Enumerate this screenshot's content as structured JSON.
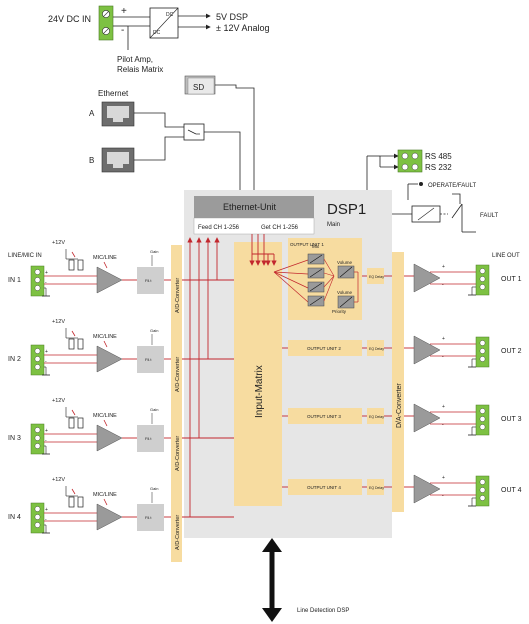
{
  "power": {
    "input_label": "24V DC IN",
    "plus": "+",
    "minus": "-",
    "converter_top": "DC",
    "converter_bottom": "DC",
    "out_5v": "5V DSP",
    "out_12v": "± 12V Analog",
    "pilot_line1": "Pilot Amp,",
    "pilot_line2": "Relais Matrix"
  },
  "sd": {
    "label": "SD"
  },
  "ethernet": {
    "title": "Ethernet",
    "port_a": "A",
    "port_b": "B"
  },
  "dsp": {
    "title": "DSP1",
    "subtitle": "Main",
    "ethernet_unit": "Ethernet-Unit",
    "feed_ch": "Feed CH 1-256",
    "get_ch": "Get CH 1-256",
    "input_matrix": "Input-Matrix",
    "da_converter": "D/A-Converter"
  },
  "serial": {
    "rs485": "RS 485",
    "rs232": "RS 232"
  },
  "relay": {
    "operate_fault": "OPERATE/FAULT",
    "fault": "FAULT"
  },
  "inputs": [
    {
      "label": "IN 1",
      "phantom": "+12V",
      "mic_line": "MIC/LINE",
      "gain": "Gain",
      "block": "Fil.t",
      "ad": "A/D-Converter",
      "header": "LINE/MIC IN"
    },
    {
      "label": "IN 2",
      "phantom": "+12V",
      "mic_line": "MIC/LINE",
      "gain": "Gain",
      "block": "Fil.t",
      "ad": "A/D-Converter",
      "header": ""
    },
    {
      "label": "IN 3",
      "phantom": "+12V",
      "mic_line": "MIC/LINE",
      "gain": "Gain",
      "block": "Fil.t",
      "ad": "A/D-Converter",
      "header": ""
    },
    {
      "label": "IN 4",
      "phantom": "+12V",
      "mic_line": "MIC/LINE",
      "gain": "Gain",
      "block": "Fil.t",
      "ad": "A/D-Converter",
      "header": ""
    }
  ],
  "output_units": [
    {
      "label": "OUTPUT UNIT 1",
      "eq": "EQ Delay"
    },
    {
      "label": "OUTPUT UNIT 2",
      "eq": "EQ Delay"
    },
    {
      "label": "OUTPUT UNIT 3",
      "eq": "EQ Delay"
    },
    {
      "label": "OUTPUT UNIT 4",
      "eq": "EQ Delay"
    }
  ],
  "unit1_detail": {
    "mix": "Mix",
    "volume_top": "Volume",
    "volume_bottom": "Volume",
    "priority": "Priority"
  },
  "outputs": {
    "header": "LINE OUT",
    "labels": [
      "OUT 1",
      "OUT 2",
      "OUT 3",
      "OUT 4"
    ]
  },
  "footer": {
    "line_detection": "Line Detection DSP"
  },
  "colors": {
    "signal": "#c2272d",
    "terminal": "#7dc142",
    "dsp_bg": "#e6e6e6",
    "ethernet_unit": "#9b9b9b",
    "unit_fill": "#f7dca0",
    "amp_fill": "#9a9a9a"
  }
}
